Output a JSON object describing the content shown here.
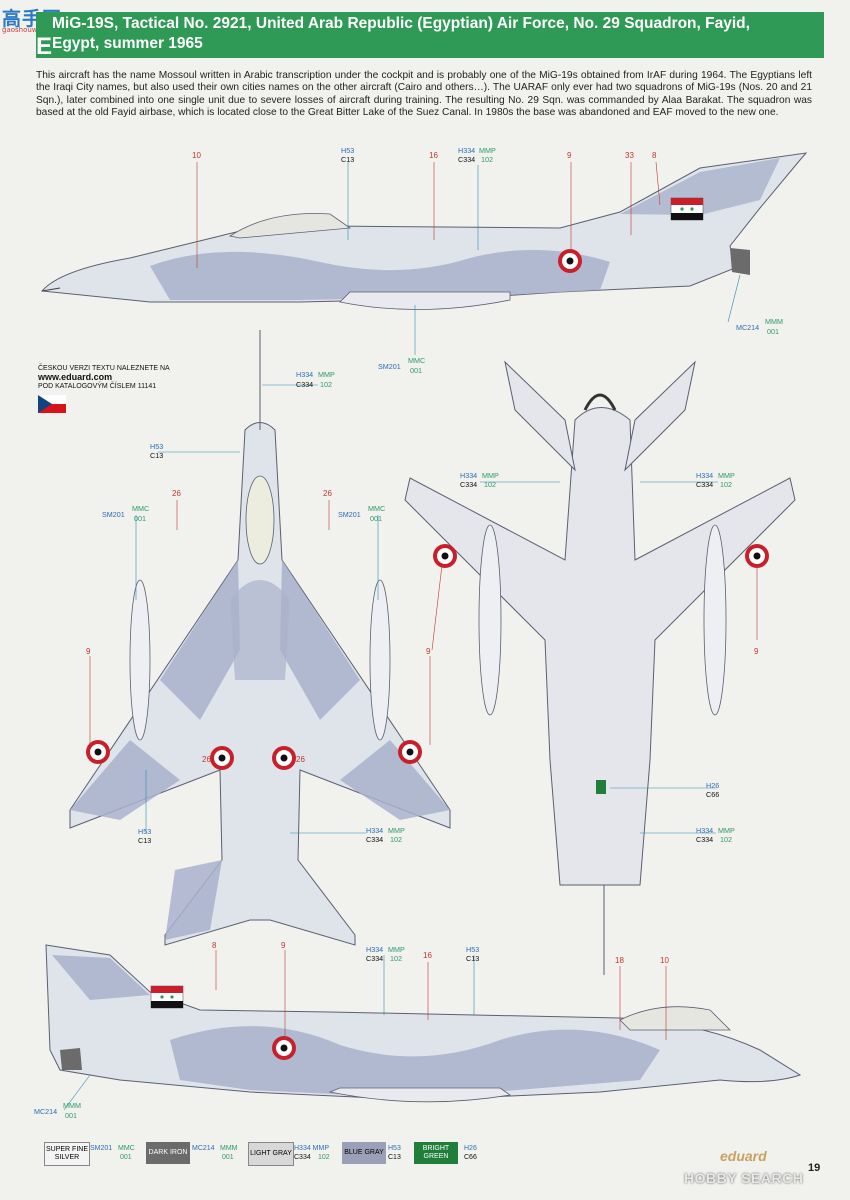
{
  "watermark": {
    "main": "高手网",
    "sub": "gaoshouwang"
  },
  "header": {
    "letter": "E",
    "title": "MiG-19S, Tactical No. 2921, United Arab Republic (Egyptian) Air Force, No. 29 Squadron, Fayid, Egypt, summer 1965"
  },
  "description": "This aircraft has the name Mossoul written in Arabic transcription under the cockpit and is probably one of the MiG-19s obtained from IrAF during 1964. The Egyptians left the Iraqi City names, but also used their own cities names on the other aircraft (Cairo and others…). The UARAF only ever had two squadrons of MiG-19s (Nos. 20 and 21 Sqn.), later combined into one single unit due to severe losses of aircraft during training. The resulting No. 29 Sqn. was commanded by Alaa Barakat. The squadron was based at the old Fayid airbase, which is located close to the Great Bitter Lake of the Suez Canal. In 1980s the base was abandoned and EAF moved to the new one.",
  "czech_note": {
    "line1": "ČESKOU VERZI TEXTU NALEZNETE NA",
    "url": "www.eduard.com",
    "line2": "POD KATALOGOVÝM ČÍSLEM 11141"
  },
  "callouts": {
    "n10": "10",
    "n16": "16",
    "n9": "9",
    "n33": "33",
    "n8": "8",
    "n26": "26",
    "n18": "18",
    "h53": "H53",
    "c13": "C13",
    "h334": "H334",
    "mmp": "MMP",
    "c334": "C334",
    "n102": "102",
    "sm201": "SM201",
    "mmc": "MMC",
    "n001": "001",
    "mc214": "MC214",
    "mmm": "MMM",
    "h26": "H26",
    "c66": "C66"
  },
  "legend": [
    {
      "swatch": "SUPER FINE SILVER",
      "code1": "SM201",
      "code2a": "MMC",
      "code2b": "001",
      "color": "#f4f4f4",
      "text": "#111"
    },
    {
      "swatch": "DARK IRON",
      "code1": "MC214",
      "code2a": "MMM",
      "code2b": "001",
      "color": "#6b6b6b",
      "text": "#fff"
    },
    {
      "swatch": "LIGHT GRAY",
      "code1": "H334 MMP",
      "code2a": "C334",
      "code2b": "102",
      "color": "#d8d8d8",
      "text": "#111"
    },
    {
      "swatch": "BLUE GRAY",
      "code1": "H53",
      "code2a": "C13",
      "code2b": "",
      "color": "#9aa0b8",
      "text": "#111"
    },
    {
      "swatch": "BRIGHT GREEN",
      "code1": "H26",
      "code2a": "C66",
      "code2b": "",
      "color": "#1f7f3a",
      "text": "#fff"
    }
  ],
  "brand": "eduard",
  "page_number": "19",
  "site_watermark": "HOBBY SEARCH",
  "colors": {
    "header": "#2f9a55",
    "camo_light": "#dfe3ea",
    "camo_blue": "#a7b0cc",
    "roundel_red": "#c8202a"
  }
}
